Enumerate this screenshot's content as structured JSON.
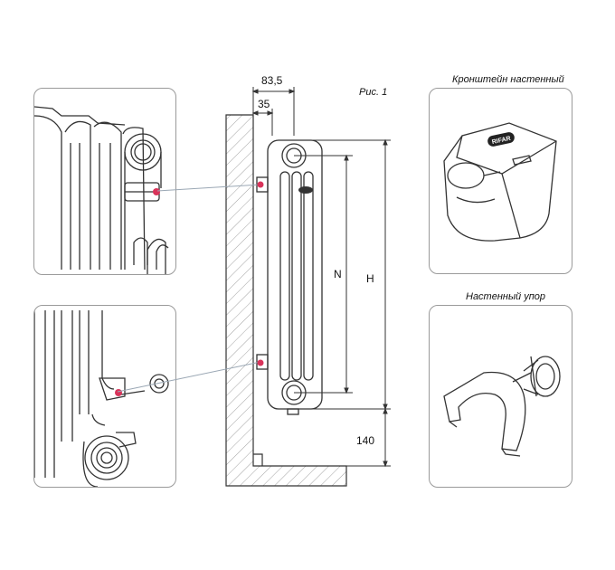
{
  "figure": {
    "caption": "Рис. 1",
    "dim_depth": "83,5",
    "dim_offset": "35",
    "dim_n": "N",
    "dim_h": "H",
    "dim_floor": "140"
  },
  "panels": {
    "bracket_label": "Кронштейн настенный",
    "stop_label": "Настенный упор",
    "brand_badge": "RIFAR"
  },
  "colors": {
    "line": "#333333",
    "pointer": "#9aa7b4",
    "marker": "#d9335a",
    "frame": "#9a9a9a"
  }
}
